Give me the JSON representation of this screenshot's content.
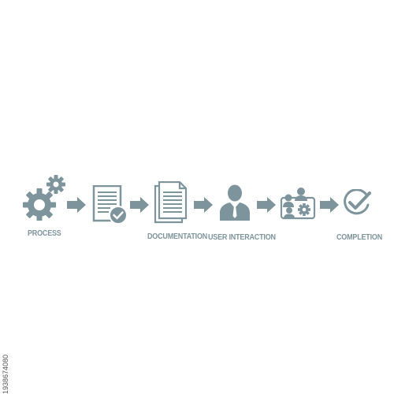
{
  "colors": {
    "icon": "#7d949c",
    "label": "#7d949c",
    "background": "#ffffff"
  },
  "steps": [
    {
      "id": "process",
      "label": "PROCESS",
      "icon": "gears-icon"
    },
    {
      "id": "doc-check",
      "label": "",
      "icon": "document-check-icon"
    },
    {
      "id": "documentation",
      "label": "DOCUMENTATION",
      "icon": "documents-stack-icon"
    },
    {
      "id": "user-interaction",
      "label": "USER INTERACTION",
      "icon": "user-icon"
    },
    {
      "id": "team-settings",
      "label": "",
      "icon": "team-gear-icon"
    },
    {
      "id": "completion",
      "label": "COMPLETION",
      "icon": "check-circle-icon"
    }
  ],
  "watermark": "1938674080"
}
